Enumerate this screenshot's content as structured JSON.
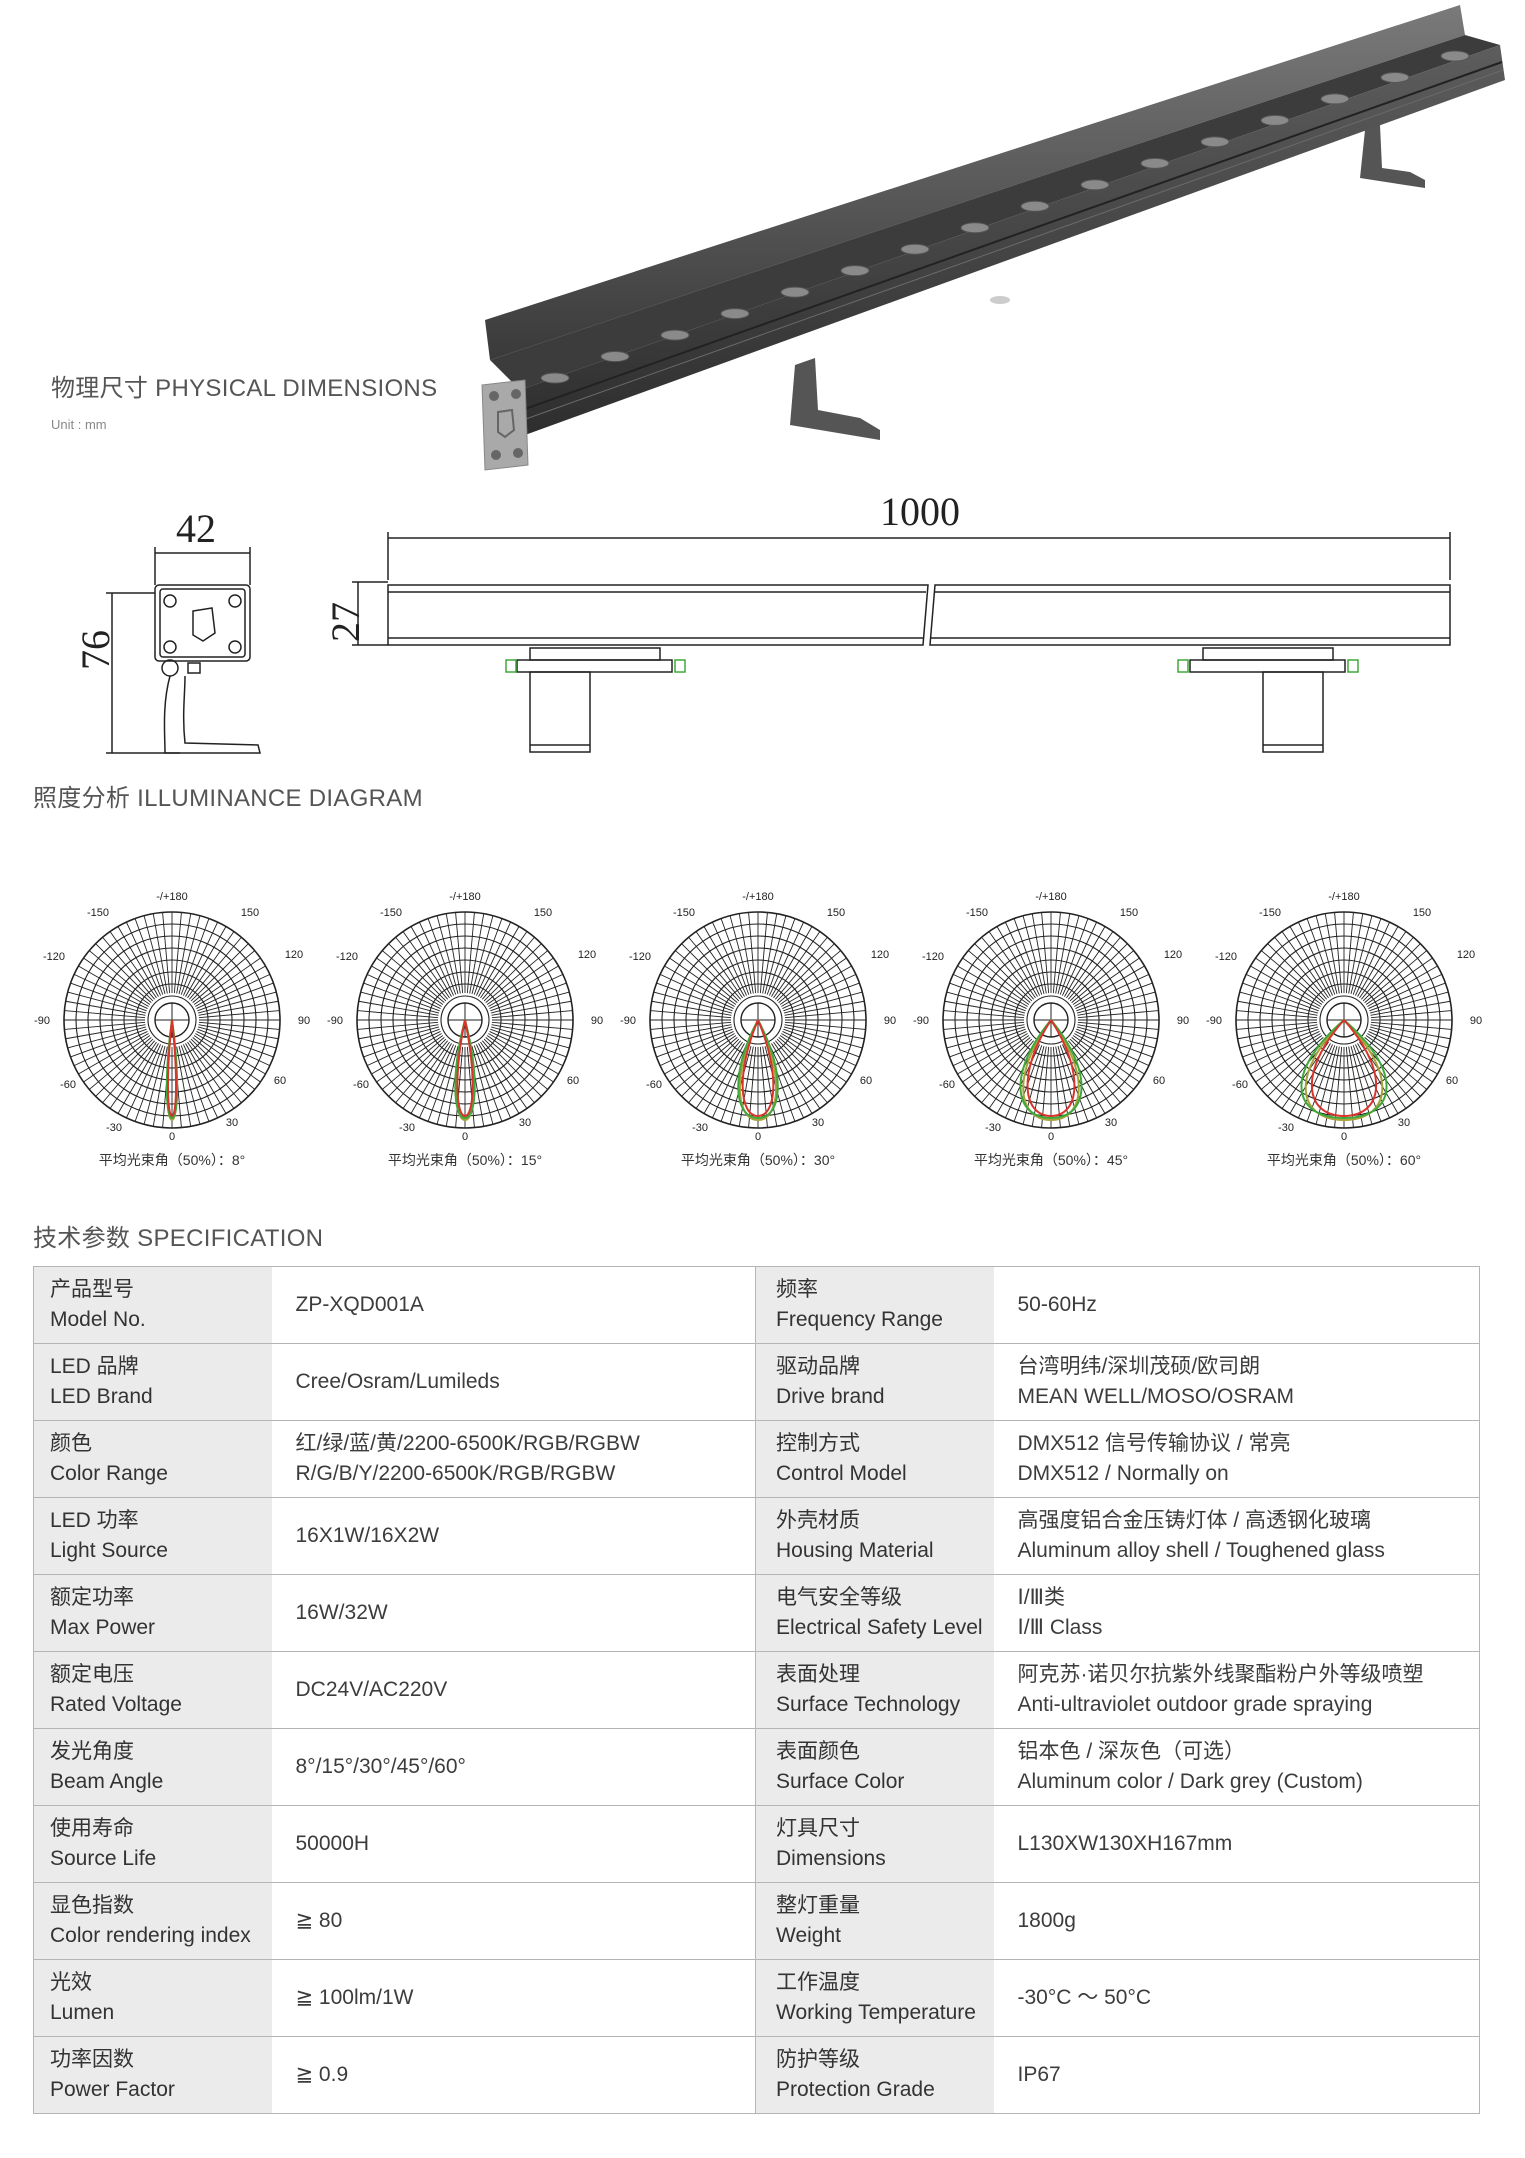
{
  "physical": {
    "title": "物理尺寸 PHYSICAL DIMENSIONS",
    "unit": "Unit : mm"
  },
  "dimensions": {
    "width": "42",
    "height": "76",
    "length": "1000",
    "profile_height": "27"
  },
  "illuminance": {
    "title": "照度分析 ILLUMINANCE DIAGRAM",
    "angle_labels": {
      "top": "-/+180",
      "m150": "-150",
      "p150": "150",
      "m120": "-120",
      "p120": "120",
      "m90": "-90",
      "p90": "90",
      "m60": "-60",
      "p60": "60",
      "m30": "-30",
      "p30": "30",
      "zero": "0"
    },
    "diagrams": [
      {
        "caption": "平均光束角（50%）：8°",
        "beam": 8
      },
      {
        "caption": "平均光束角（50%）：15°",
        "beam": 15
      },
      {
        "caption": "平均光束角（50%）：30°",
        "beam": 30
      },
      {
        "caption": "平均光束角（50%）：45°",
        "beam": 45
      },
      {
        "caption": "平均光束角（50%）：60°",
        "beam": 60
      }
    ],
    "colors": {
      "red": "#d9332b",
      "green": "#3ea83b",
      "olive": "#a8a23a"
    }
  },
  "spec": {
    "title": "技术参数 SPECIFICATION",
    "rows": [
      {
        "l_cn": "产品型号",
        "l_en": "Model No.",
        "l_v1": "ZP-XQD001A",
        "l_v2": "",
        "r_cn": "频率",
        "r_en": "Frequency Range",
        "r_v1": "50-60Hz",
        "r_v2": ""
      },
      {
        "l_cn": "LED 品牌",
        "l_en": "LED Brand",
        "l_v1": "Cree/Osram/Lumileds",
        "l_v2": "",
        "r_cn": "驱动品牌",
        "r_en": "Drive brand",
        "r_v1": "台湾明纬/深圳茂硕/欧司朗",
        "r_v2": "MEAN WELL/MOSO/OSRAM"
      },
      {
        "l_cn": "颜色",
        "l_en": "Color Range",
        "l_v1": "红/绿/蓝/黄/2200-6500K/RGB/RGBW",
        "l_v2": "R/G/B/Y/2200-6500K/RGB/RGBW",
        "r_cn": "控制方式",
        "r_en": "Control Model",
        "r_v1": "DMX512 信号传输协议 / 常亮",
        "r_v2": "DMX512 / Normally on"
      },
      {
        "l_cn": "LED 功率",
        "l_en": "Light Source",
        "l_v1": "16X1W/16X2W",
        "l_v2": "",
        "r_cn": "外壳材质",
        "r_en": "Housing Material",
        "r_v1": "高强度铝合金压铸灯体 / 高透钢化玻璃",
        "r_v2": "Aluminum alloy shell / Toughened glass"
      },
      {
        "l_cn": "额定功率",
        "l_en": "Max Power",
        "l_v1": "16W/32W",
        "l_v2": "",
        "r_cn": "电气安全等级",
        "r_en": "Electrical Safety Level",
        "r_v1": "Ⅰ/Ⅲ类",
        "r_v2": "Ⅰ/Ⅲ Class"
      },
      {
        "l_cn": "额定电压",
        "l_en": "Rated Voltage",
        "l_v1": "DC24V/AC220V",
        "l_v2": "",
        "r_cn": "表面处理",
        "r_en": "Surface Technology",
        "r_v1": "阿克苏·诺贝尔抗紫外线聚酯粉户外等级喷塑",
        "r_v2": "Anti-ultraviolet outdoor grade spraying"
      },
      {
        "l_cn": "发光角度",
        "l_en": "Beam Angle",
        "l_v1": "8°/15°/30°/45°/60°",
        "l_v2": "",
        "r_cn": "表面颜色",
        "r_en": "Surface Color",
        "r_v1": "铝本色 / 深灰色（可选）",
        "r_v2": "Aluminum color / Dark grey (Custom)"
      },
      {
        "l_cn": "使用寿命",
        "l_en": "Source Life",
        "l_v1": "50000H",
        "l_v2": "",
        "r_cn": "灯具尺寸",
        "r_en": "Dimensions",
        "r_v1": "L130XW130XH167mm",
        "r_v2": ""
      },
      {
        "l_cn": "显色指数",
        "l_en": "Color rendering index",
        "l_v1": "≧ 80",
        "l_v2": "",
        "r_cn": "整灯重量",
        "r_en": "Weight",
        "r_v1": "1800g",
        "r_v2": ""
      },
      {
        "l_cn": "光效",
        "l_en": "Lumen",
        "l_v1": "≧ 100lm/1W",
        "l_v2": "",
        "r_cn": "工作温度",
        "r_en": "Working Temperature",
        "r_v1": "-30°C ～ 50°C",
        "r_v2": ""
      },
      {
        "l_cn": "功率因数",
        "l_en": "Power Factor",
        "l_v1": "≧ 0.9",
        "l_v2": "",
        "r_cn": "防护等级",
        "r_en": "Protection Grade",
        "r_v1": "IP67",
        "r_v2": ""
      }
    ]
  }
}
